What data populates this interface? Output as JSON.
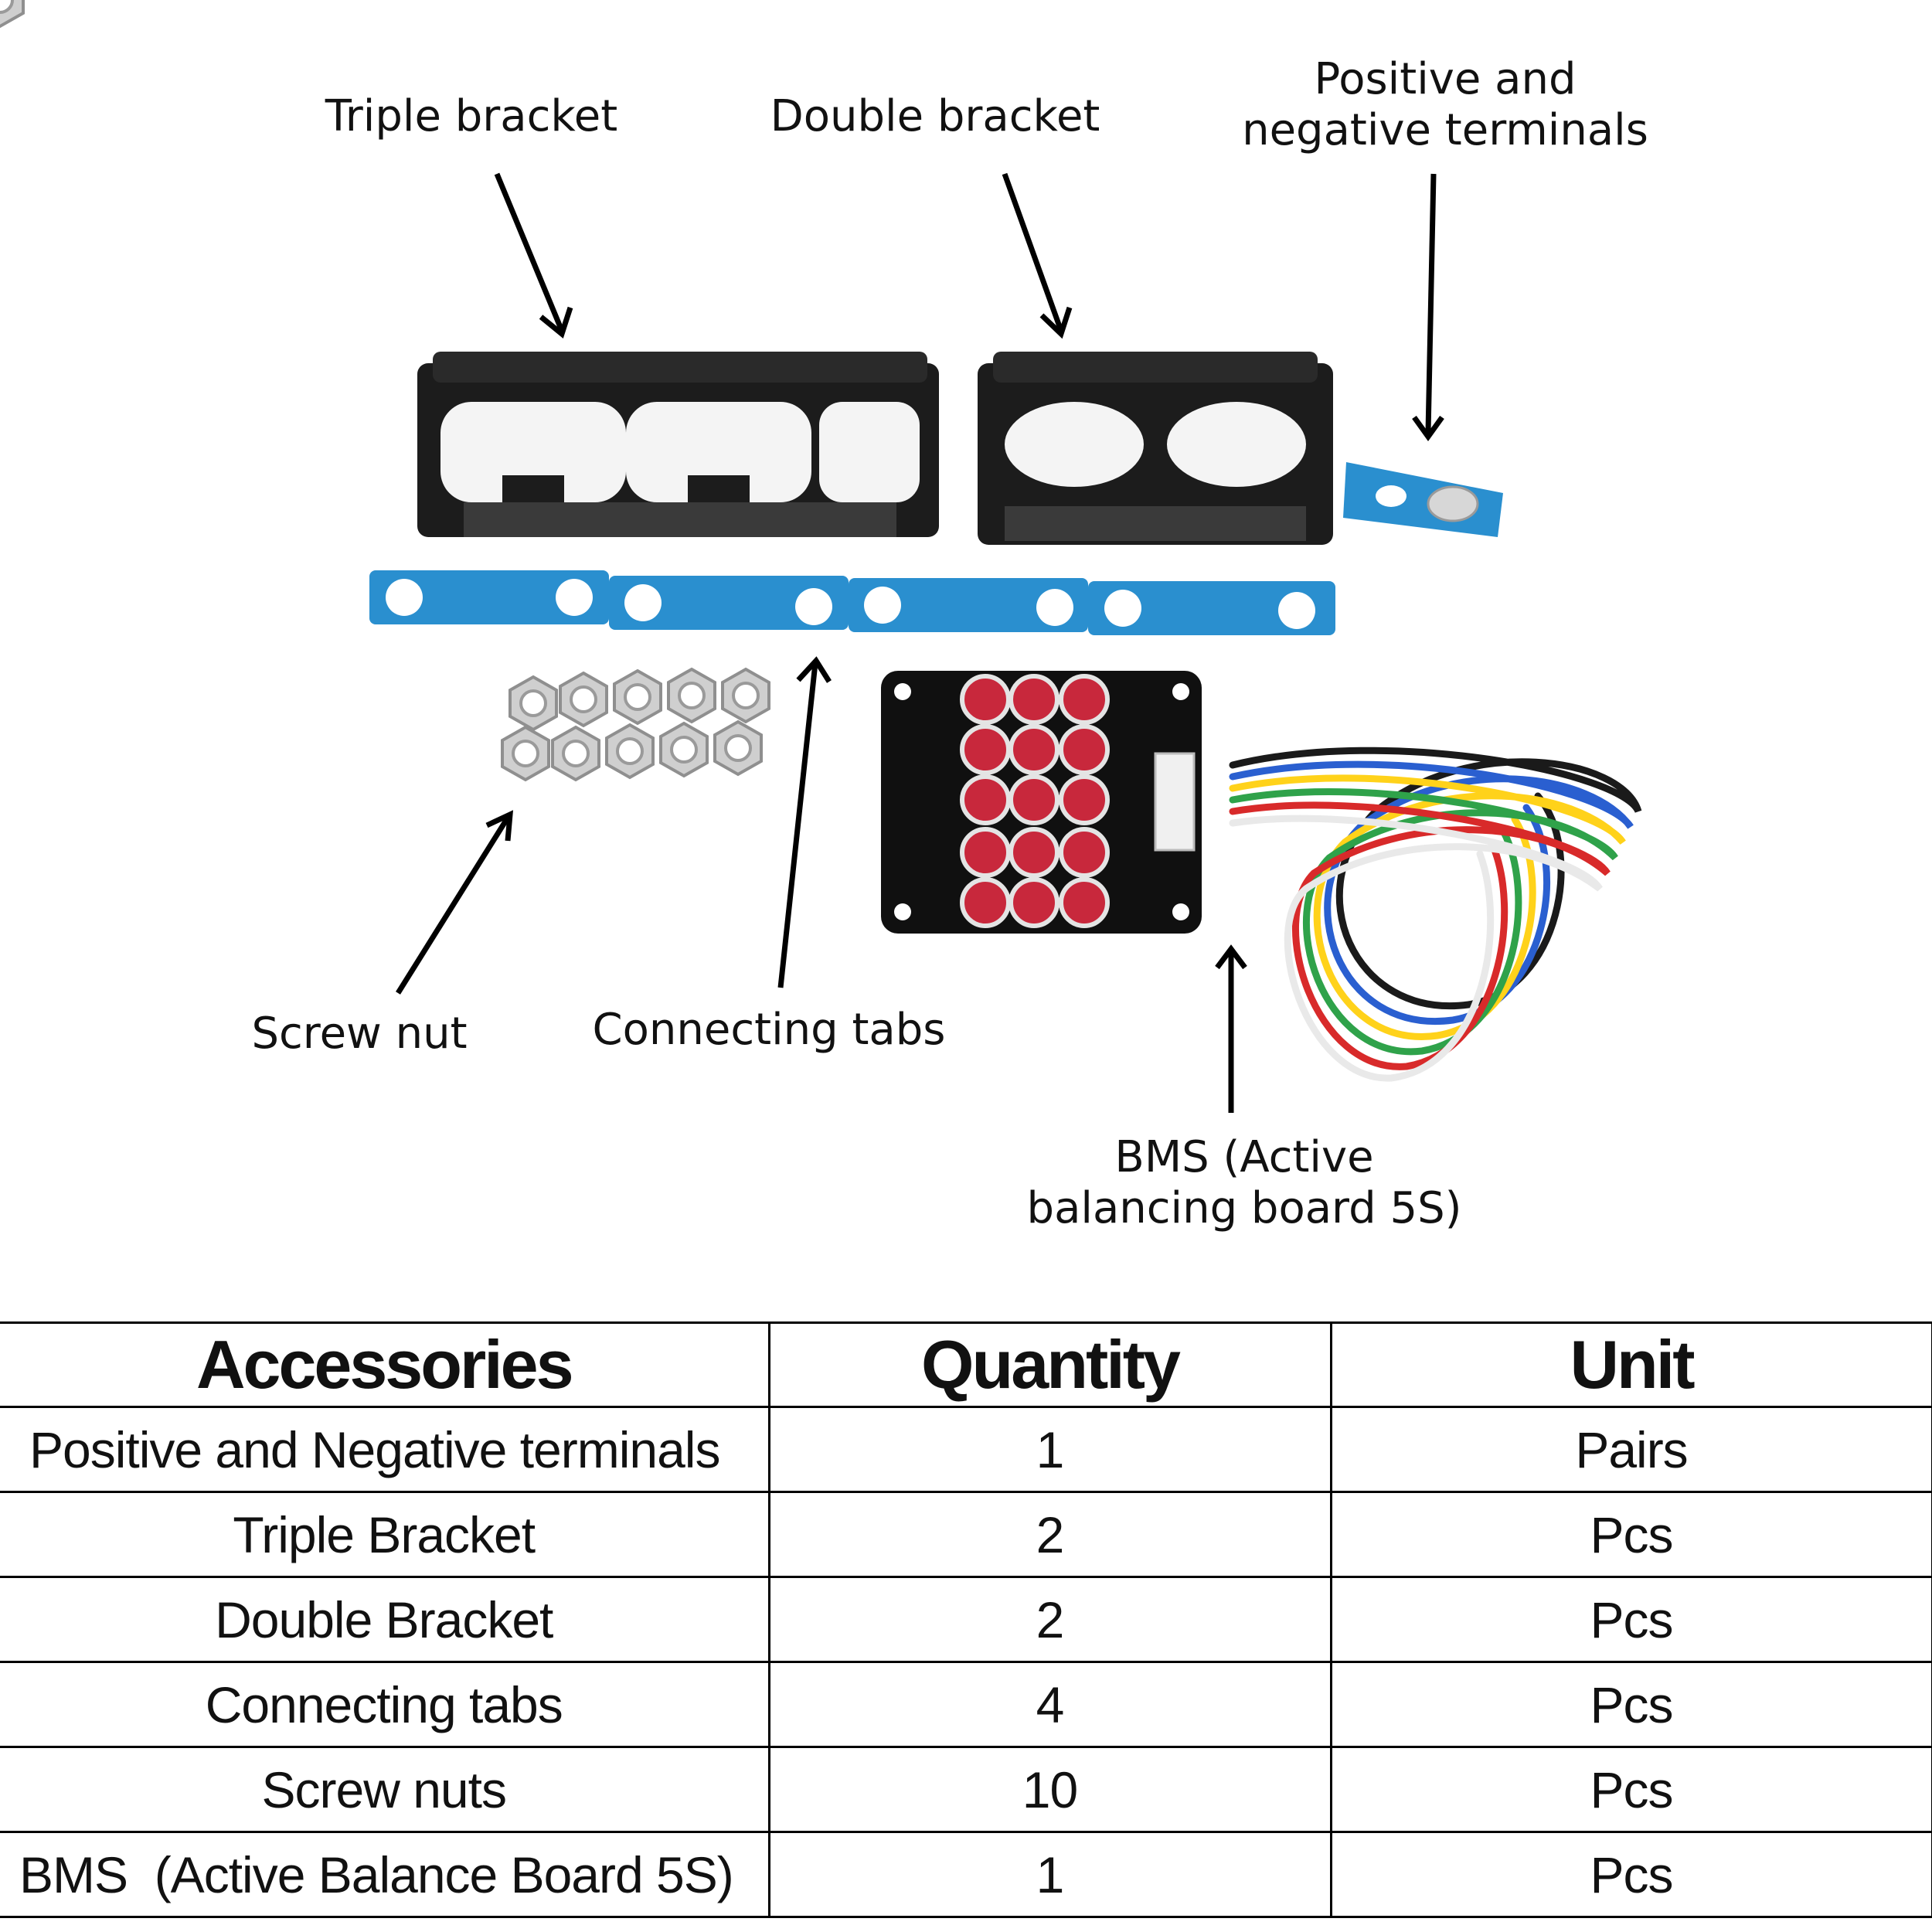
{
  "labels": {
    "triple_bracket": "Triple bracket",
    "double_bracket": "Double bracket",
    "terminals_line1": "Positive and",
    "terminals_line2": "negative terminals",
    "screw_nut": "Screw nut",
    "connecting_tabs": "Connecting tabs",
    "bms_line1": "BMS (Active",
    "bms_line2": "balancing board 5S)"
  },
  "table": {
    "headers": [
      "Accessories",
      "Quantity",
      "Unit"
    ],
    "rows": [
      [
        "Positive and Negative terminals",
        "1",
        "Pairs"
      ],
      [
        "Triple Bracket",
        "2",
        "Pcs"
      ],
      [
        "Double Bracket",
        "2",
        "Pcs"
      ],
      [
        "Connecting tabs",
        "4",
        "Pcs"
      ],
      [
        "Screw nuts",
        "10",
        "Pcs"
      ],
      [
        "BMS  (Active Balance Board 5S)",
        "1",
        "Pcs"
      ]
    ]
  },
  "colors": {
    "bracket": "#1c1c1c",
    "nickel_tab": "#2a8fcf",
    "capacitor_red": "#c8283c",
    "pcb": "#101010"
  }
}
